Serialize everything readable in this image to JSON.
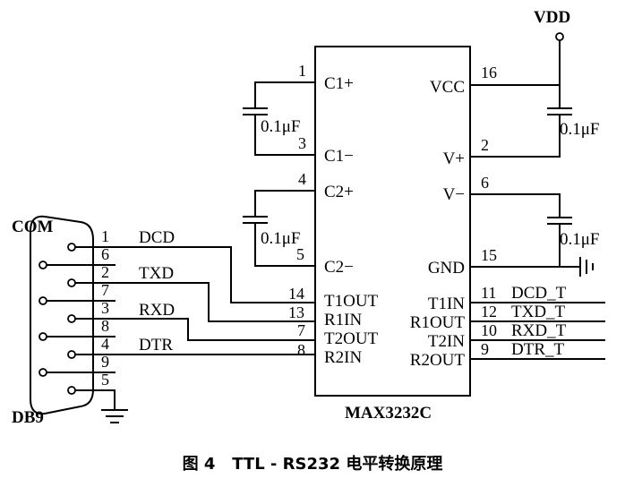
{
  "chip": {
    "name": "MAX3232C"
  },
  "supply": {
    "vdd": "VDD"
  },
  "connector": {
    "label": "COM",
    "type": "DB9"
  },
  "pins_left": [
    {
      "num": "1",
      "name": "C1+"
    },
    {
      "num": "3",
      "name": "C1−"
    },
    {
      "num": "4",
      "name": "C2+"
    },
    {
      "num": "5",
      "name": "C2−"
    },
    {
      "num": "14",
      "name": "T1OUT"
    },
    {
      "num": "13",
      "name": "R1IN"
    },
    {
      "num": "7",
      "name": "T2OUT"
    },
    {
      "num": "8",
      "name": "R2IN"
    }
  ],
  "pins_right": [
    {
      "num": "16",
      "name": "VCC"
    },
    {
      "num": "2",
      "name": "V+"
    },
    {
      "num": "6",
      "name": "V−"
    },
    {
      "num": "15",
      "name": "GND"
    },
    {
      "num": "11",
      "name": "T1IN"
    },
    {
      "num": "12",
      "name": "R1OUT"
    },
    {
      "num": "10",
      "name": "T2IN"
    },
    {
      "num": "9",
      "name": "R2OUT"
    }
  ],
  "capacitors": [
    "0.1μF",
    "0.1μF",
    "0.1μF",
    "0.1μF"
  ],
  "db9_pins": [
    "1",
    "6",
    "2",
    "7",
    "3",
    "8",
    "4",
    "9",
    "5"
  ],
  "signals_left": [
    "DCD",
    "TXD",
    "RXD",
    "DTR"
  ],
  "signals_right": [
    "DCD_T",
    "TXD_T",
    "RXD_T",
    "DTR_T"
  ],
  "caption": "图 4   TTL - RS232 电平转换原理"
}
